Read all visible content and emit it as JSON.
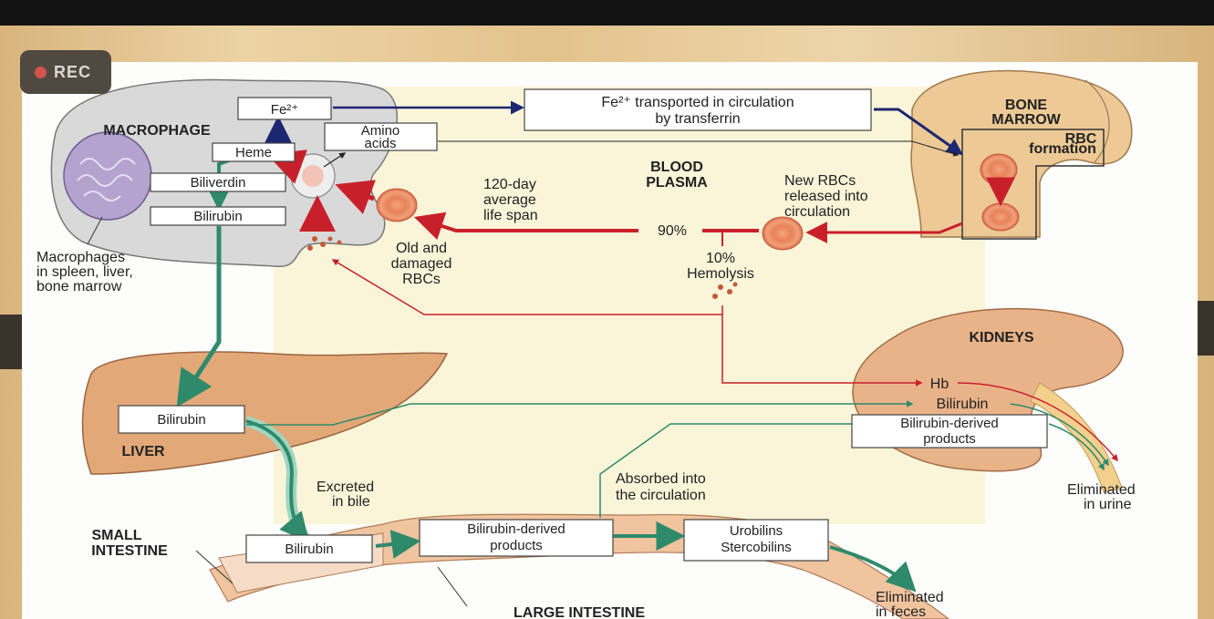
{
  "recorder": {
    "label": "REC",
    "indicator_color": "#d4524c"
  },
  "diagram": {
    "regions": {
      "macrophage": "MACROPHAGE",
      "blood_plasma_1": "BLOOD",
      "blood_plasma_2": "PLASMA",
      "bone_marrow_1": "BONE",
      "bone_marrow_2": "MARROW",
      "rbc_formation_1": "RBC",
      "rbc_formation_2": "formation",
      "kidneys": "KIDNEYS",
      "liver": "LIVER",
      "small_intestine_1": "SMALL",
      "small_intestine_2": "INTESTINE",
      "large_intestine": "LARGE INTESTINE"
    },
    "boxes": {
      "fe": "Fe²⁺",
      "amino_1": "Amino",
      "amino_2": "acids",
      "heme": "Heme",
      "biliverdin": "Biliverdin",
      "bilirubin_macrophage": "Bilirubin",
      "transferrin_1": "Fe²⁺  transported in circulation",
      "transferrin_2": "by transferrin",
      "bilirubin_liver": "Bilirubin",
      "bilirubin_small_intestine": "Bilirubin",
      "derived_intestine_1": "Bilirubin-derived",
      "derived_intestine_2": "products",
      "urobilins_1": "Urobilins",
      "urobilins_2": "Stercobilins",
      "derived_kidney_1": "Bilirubin-derived",
      "derived_kidney_2": "products"
    },
    "labels": {
      "macrophages_note": [
        "Macrophages",
        "in spleen, liver,",
        "bone marrow"
      ],
      "lifespan": [
        "120-day",
        "average",
        "life span"
      ],
      "new_rbcs": [
        "New RBCs",
        "released into",
        "circulation"
      ],
      "old_rbcs": [
        "Old and",
        "damaged",
        "RBCs"
      ],
      "pct_90": "90%",
      "pct_10": "10%",
      "hemolysis": "Hemolysis",
      "hb": "Hb",
      "bilirubin_kidney": "Bilirubin",
      "excreted_bile": [
        "Excreted",
        "in bile"
      ],
      "absorbed": [
        "Absorbed into",
        "the circulation"
      ],
      "eliminated_urine": [
        "Eliminated",
        "in urine"
      ],
      "eliminated_feces": [
        "Eliminated",
        "in feces"
      ]
    },
    "colors": {
      "iron_path": "#1d2670",
      "rbc_path": "#c8202a",
      "bilirubin_path": "#2e8a6a",
      "organ_fill": "#e7b286",
      "plasma_fill": "#faf5d8",
      "macrophage_fill": "#d9d9d9"
    }
  }
}
